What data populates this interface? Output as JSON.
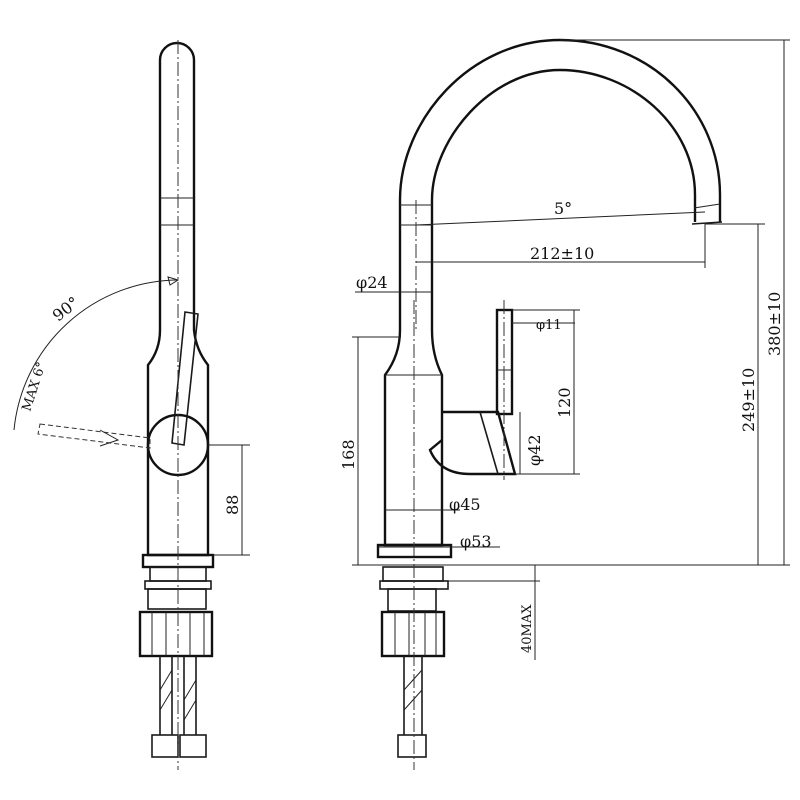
{
  "dimensions": {
    "side_angle": "90°",
    "side_max_angle": "MAX 6°",
    "side_height": "88",
    "tilt": "5°",
    "reach": "212±10",
    "spout_dia": "φ24",
    "handle_dia": "φ11",
    "handle_height": "120",
    "body_height": "168",
    "joint_dia": "φ42",
    "body_dia": "φ45",
    "base_dia": "φ53",
    "total_height": "380±10",
    "outlet_height": "249±10",
    "max_thickness": "40MAX"
  }
}
